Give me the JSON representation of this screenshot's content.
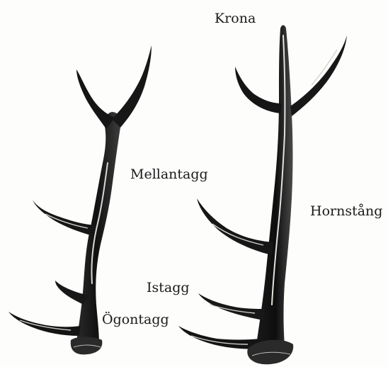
{
  "labels": {
    "krona": "Krona",
    "mellantagg": "Mellantagg",
    "hornstang": "Hornstång",
    "istagg": "Istagg",
    "ogontagg": "Ögontagg"
  },
  "colors": {
    "antler_dark": "#141414",
    "antler_shade": "#3a3a3a",
    "highlight": "#d8d8d2",
    "burr": "#2a2a2a"
  }
}
